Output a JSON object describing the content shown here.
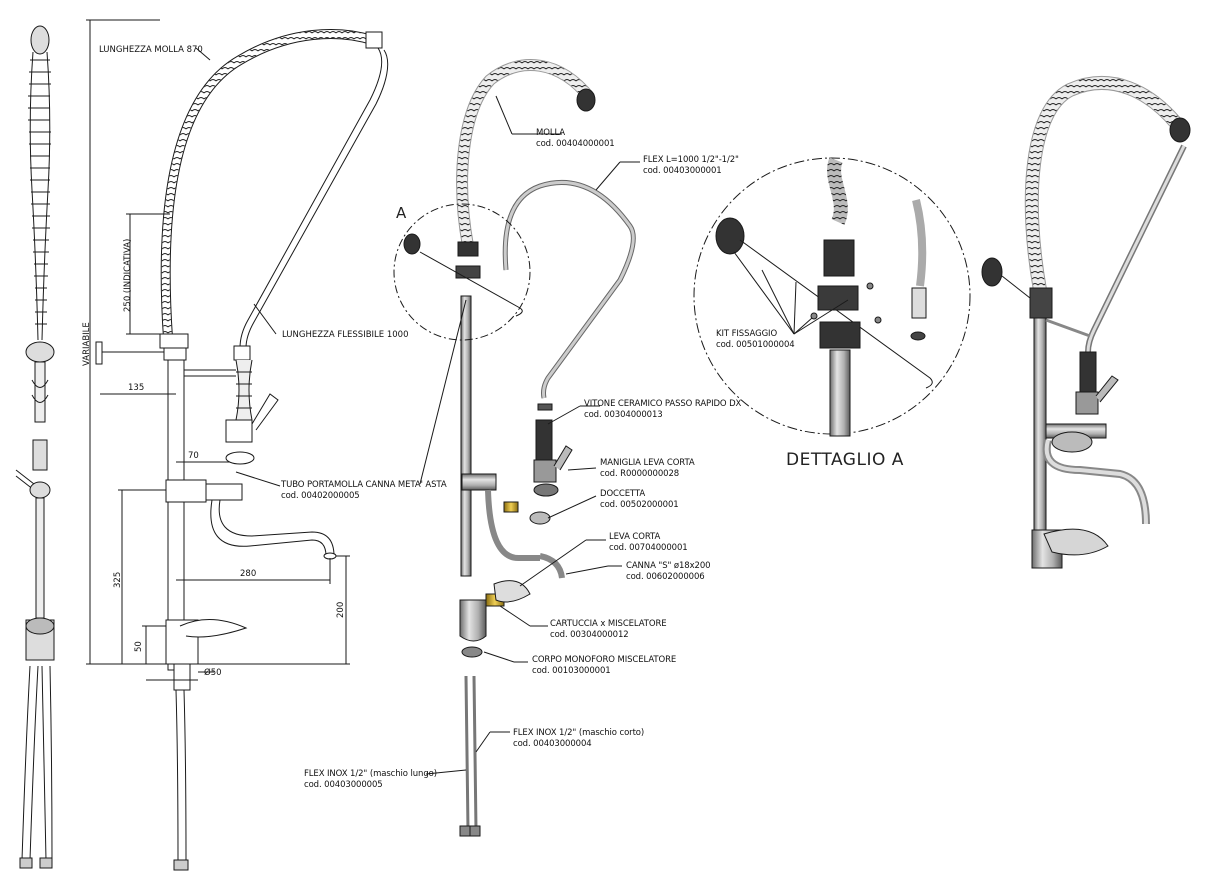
{
  "dimensions": {
    "spring_length": "LUNGHEZZA MOLLA 870",
    "flexible_length": "LUNGHEZZA FLESSIBILE 1000",
    "indicative_250": "250 (INDICATIVA)",
    "variable": "VARIABILE",
    "d135": "135",
    "d70": "70",
    "d280": "280",
    "d325": "325",
    "d200": "200",
    "d50": "50",
    "phi50": "Ø50"
  },
  "tube_label": {
    "name": "TUBO PORTAMOLLA CANNA META' ASTA",
    "code": "cod. 00402000005"
  },
  "parts": [
    {
      "name": "MOLLA",
      "code": "cod. 00404000001"
    },
    {
      "name": "FLEX L=1000 1/2\"-1/2\"",
      "code": "cod. 00403000001"
    },
    {
      "name": "VITONE CERAMICO PASSO RAPIDO DX",
      "code": "cod. 00304000013"
    },
    {
      "name": "MANIGLIA LEVA CORTA",
      "code": "cod. R0000000028"
    },
    {
      "name": "DOCCETTA",
      "code": "cod. 00502000001"
    },
    {
      "name": "LEVA CORTA",
      "code": "cod. 00704000001"
    },
    {
      "name": "CANNA \"S\" ø18x200",
      "code": "cod. 00602000006"
    },
    {
      "name": "CARTUCCIA x MISCELATORE",
      "code": "cod. 00304000012"
    },
    {
      "name": "CORPO MONOFORO MISCELATORE",
      "code": "cod. 00103000001"
    },
    {
      "name": "FLEX INOX 1/2\" (maschio corto)",
      "code": "cod. 00403000004"
    },
    {
      "name": "FLEX INOX 1/2\" (maschio lungo)",
      "code": "cod. 00403000005"
    }
  ],
  "detail": {
    "marker": "A",
    "title": "DETTAGLIO A",
    "kit_name": "KIT FISSAGGIO",
    "kit_code": "cod. 00501000004"
  },
  "colors": {
    "line": "#1a1a1a",
    "metal_light": "#d9d9d9",
    "metal_mid": "#a8a8a8",
    "metal_dark": "#555555",
    "brass": "#c9a227"
  }
}
